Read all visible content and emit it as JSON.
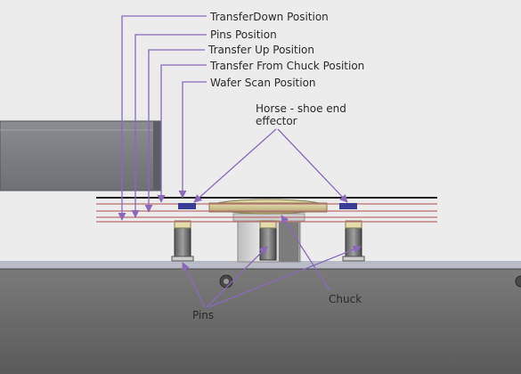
{
  "labels": {
    "transfer_down": "TransferDown Position",
    "pins_position": "Pins Position",
    "transfer_up": "Transfer Up Position",
    "transfer_from_chuck": "Transfer From Chuck Position",
    "wafer_scan": "Wafer Scan Position",
    "horse_line1": "Horse - shoe end",
    "horse_line2": "effector",
    "chuck": "Chuck",
    "pins": "Pins"
  },
  "colors": {
    "arrow": "#8a6ab8",
    "position_line": "#b87070",
    "background": "#ececec",
    "base": "#676767",
    "end_effector_pad": "#3a3d95"
  }
}
